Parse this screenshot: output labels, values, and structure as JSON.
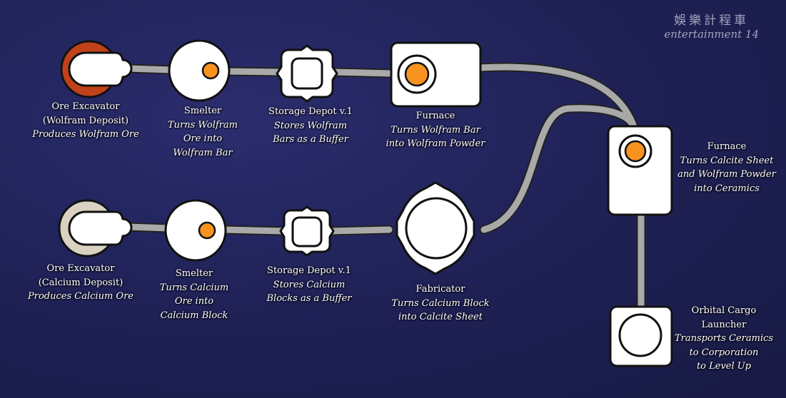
{
  "watermark": {
    "chinese": "娛樂計程車",
    "english": "entertainment 14"
  },
  "colors": {
    "pipe": "#a9a9a9",
    "node_fill": "#ffffff",
    "outline": "#111111",
    "accent_orange": "#f7931e",
    "wolfram_deposit": "#c0421a",
    "calcium_deposit": "#d9d2c3"
  },
  "nodes": [
    {
      "id": "ore-excavator-wolfram",
      "name": "Ore Excavator\n(Wolfram Deposit)",
      "name_lines": [
        "Ore Excavator",
        "(Wolfram Deposit)"
      ],
      "desc_lines": [
        "Produces Wolfram Ore"
      ]
    },
    {
      "id": "smelter-wolfram",
      "name_lines": [
        "Smelter"
      ],
      "desc_lines": [
        "Turns Wolfram",
        "Ore into",
        "Wolfram Bar"
      ]
    },
    {
      "id": "storage-depot-wolfram",
      "name_lines": [
        "Storage Depot v.1"
      ],
      "desc_lines": [
        "Stores Wolfram",
        "Bars as a Buffer"
      ]
    },
    {
      "id": "furnace-wolfram",
      "name_lines": [
        "Furnace"
      ],
      "desc_lines": [
        "Turns Wolfram Bar",
        "into Wolfram Powder"
      ]
    },
    {
      "id": "furnace-ceramics",
      "name_lines": [
        "Furnace"
      ],
      "desc_lines": [
        "Turns Calcite Sheet",
        "and Wolfram Powder",
        "into Ceramics"
      ]
    },
    {
      "id": "ore-excavator-calcium",
      "name_lines": [
        "Ore Excavator",
        "(Calcium Deposit)"
      ],
      "desc_lines": [
        "Produces Calcium Ore"
      ]
    },
    {
      "id": "smelter-calcium",
      "name_lines": [
        "Smelter"
      ],
      "desc_lines": [
        "Turns Calcium",
        "Ore into",
        "Calcium Block"
      ]
    },
    {
      "id": "storage-depot-calcium",
      "name_lines": [
        "Storage Depot v.1"
      ],
      "desc_lines": [
        "Stores Calcium",
        "Blocks as a Buffer"
      ]
    },
    {
      "id": "fabricator",
      "name_lines": [
        "Fabricator"
      ],
      "desc_lines": [
        "Turns Calcium Block",
        "into Calcite Sheet"
      ]
    },
    {
      "id": "orbital-cargo-launcher",
      "name_lines": [
        "Orbital Cargo",
        "Launcher"
      ],
      "desc_lines": [
        "Transports Ceramics",
        "to Corporation",
        "to Level Up"
      ]
    }
  ]
}
